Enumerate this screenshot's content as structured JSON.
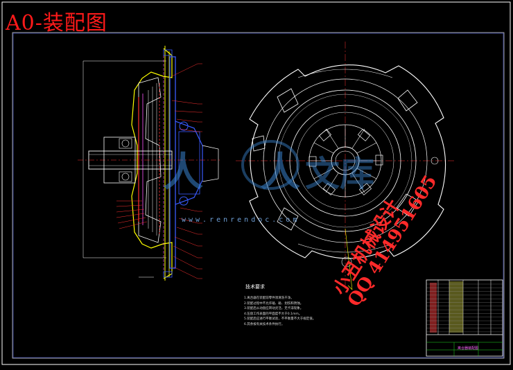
{
  "page_title": "A0-装配图",
  "watermark": {
    "line1": "小丑机械设计",
    "line2": "QQ 414951605",
    "site_text": "www.renrendoc.com"
  },
  "technical_requirements": {
    "title": "技术要求",
    "items": [
      "1.离合器在装配前零件须清洗干净。",
      "2.装配过程中不允许磕、碰、划伤和锈蚀。",
      "3.装配后从动盘应转动灵活，无卡滞现象。",
      "4.压盘工作表面的平面度不大于0.1mm。",
      "5.装配后应进行平衡试验，不平衡量不大于规定值。",
      "6.其余按有关技术条件执行。"
    ]
  },
  "title_block": {
    "drawing_name": "离合器装配图"
  },
  "colors": {
    "background": "#000000",
    "frame": "#ffffff",
    "part_outline": "#ffff00",
    "inner_line": "#ffffff",
    "blue_part": "#3a5bff",
    "red_line": "#ff2020",
    "magenta": "#ff55ff",
    "green": "#22dd22",
    "watermark_blue": "#3d8bd9"
  }
}
